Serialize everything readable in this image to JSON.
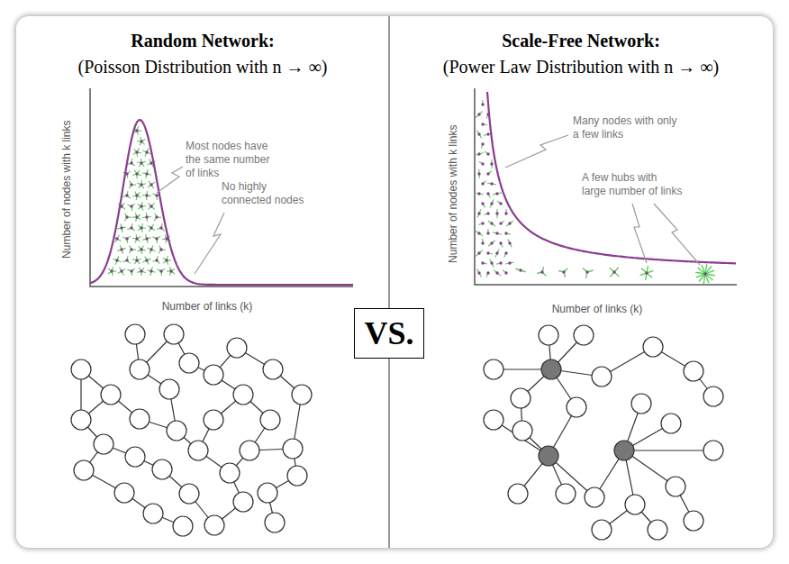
{
  "diagram": {
    "nodes": [
      {
        "text": [
          "VS."
        ]
      }
    ],
    "labels": [
      "Random Network:",
      "(Poisson Distribution with n → ∞)",
      "Number of nodes with k links",
      "Number of links (k)",
      "Most nodes have the same number of links",
      "No highly connected nodes",
      "Scale-Free Network:",
      "(Power Law Distribution with n → ∞)",
      "Number of nodes with k links",
      "Many nodes with only a few links",
      "A few hubs with large number of links",
      "Number of links (k)"
    ]
  }
}
